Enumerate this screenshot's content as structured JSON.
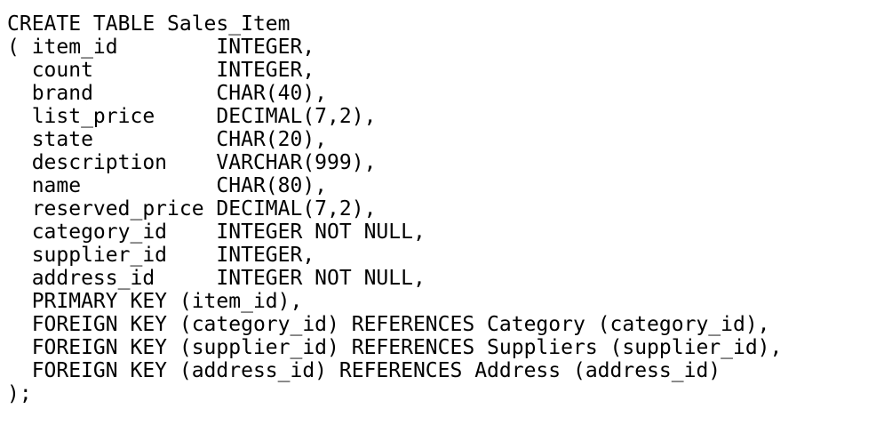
{
  "sql": {
    "lines": [
      "CREATE TABLE Sales_Item",
      "( item_id        INTEGER,",
      "  count          INTEGER,",
      "  brand          CHAR(40),",
      "  list_price     DECIMAL(7,2),",
      "  state          CHAR(20),",
      "  description    VARCHAR(999),",
      "  name           CHAR(80),",
      "  reserved_price DECIMAL(7,2),",
      "  category_id    INTEGER NOT NULL,",
      "  supplier_id    INTEGER,",
      "  address_id     INTEGER NOT NULL,",
      "  PRIMARY KEY (item_id),",
      "  FOREIGN KEY (category_id) REFERENCES Category (category_id),",
      "  FOREIGN KEY (supplier_id) REFERENCES Suppliers (supplier_id),",
      "  FOREIGN KEY (address_id) REFERENCES Address (address_id)",
      ");"
    ]
  }
}
